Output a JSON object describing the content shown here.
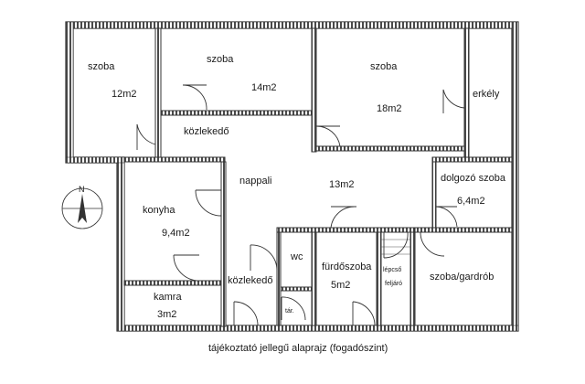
{
  "caption": "tájékoztató jellegű alaprajz (fogadószint)",
  "compass": {
    "label": "N"
  },
  "rooms": {
    "szoba_left": {
      "name": "szoba",
      "area": "12m2"
    },
    "szoba_mid": {
      "name": "szoba",
      "area": "14m2"
    },
    "szoba_right": {
      "name": "szoba",
      "area": "18m2"
    },
    "erkely": {
      "name": "erkély"
    },
    "kozlekedo_top": {
      "name": "közlekedő"
    },
    "nappali": {
      "name": "nappali",
      "area": "13m2"
    },
    "dolgozo": {
      "name": "dolgozó szoba",
      "area": "6,4m2"
    },
    "konyha": {
      "name": "konyha",
      "area": "9,4m2"
    },
    "wc": {
      "name": "wc"
    },
    "furdoszoba": {
      "name": "fürdőszoba",
      "area": "5m2"
    },
    "lepcso": {
      "name": "lépcső",
      "sub": "feljáró"
    },
    "gardrob": {
      "name": "szoba/gardrób"
    },
    "kozlekedo_bot": {
      "name": "közlekedő"
    },
    "kamra": {
      "name": "kamra",
      "area": "3m2"
    },
    "tar": {
      "name": "tár."
    }
  }
}
